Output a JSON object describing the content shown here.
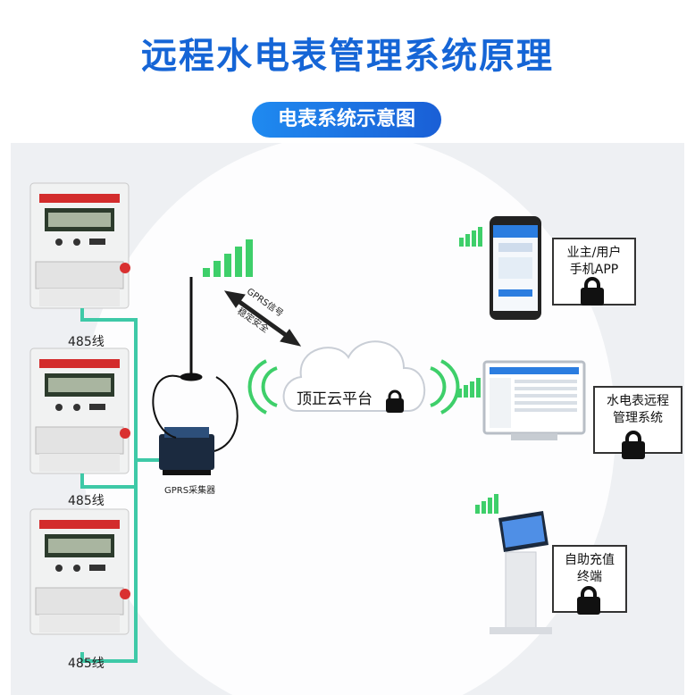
{
  "title": "远程水电表管理系统原理",
  "subtitle": "电表系统示意图",
  "meters": [
    {
      "label": "485线"
    },
    {
      "label": "485线"
    },
    {
      "label": "485线"
    }
  ],
  "collector": {
    "label": "GPRS采集器"
  },
  "signal": {
    "line1": "GPRS信号",
    "line2": "稳定安全"
  },
  "cloud": {
    "label": "顶正云平台"
  },
  "endpoints": [
    {
      "line1": "业主/用户",
      "line2": "手机APP"
    },
    {
      "line1": "水电表远程",
      "line2": "管理系统"
    },
    {
      "line1": "自助充值",
      "line2": "终端"
    }
  ],
  "colors": {
    "accent": "#1565d6",
    "wire": "#3ec9a7",
    "signal_green": "#3ecf6a"
  }
}
